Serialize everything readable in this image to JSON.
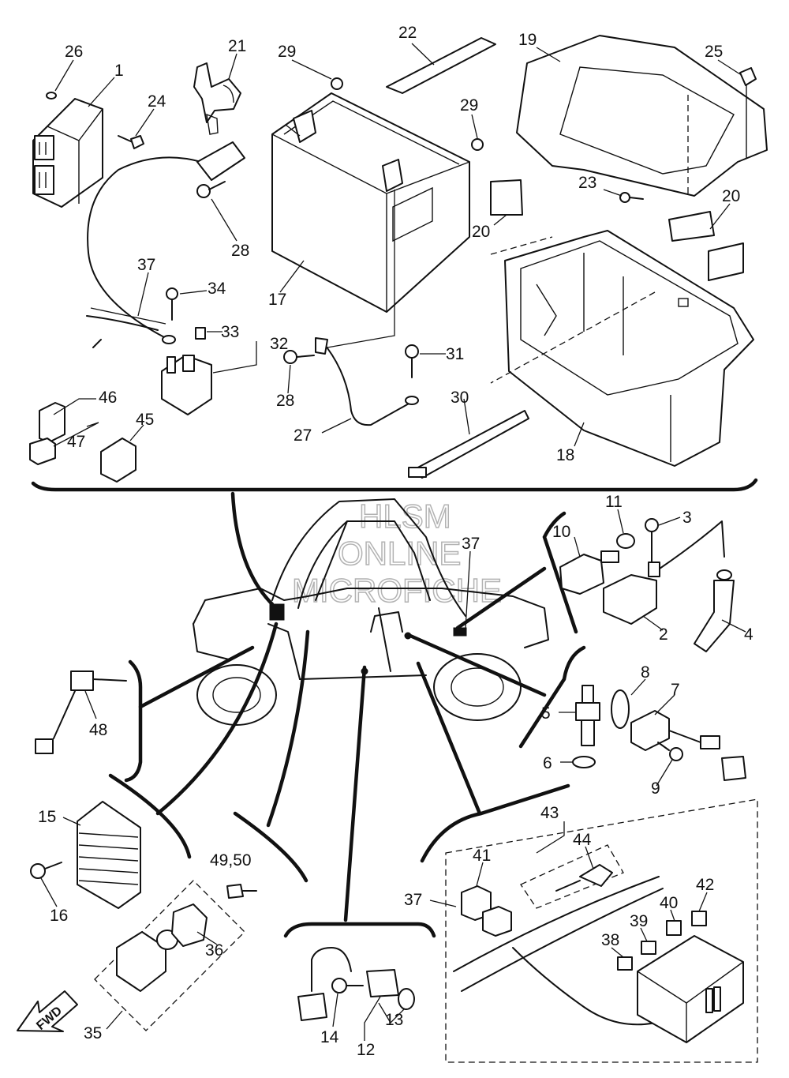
{
  "watermark": {
    "line1": "HLSM",
    "line2": "ONLINE",
    "line3": "MICROFICHE"
  },
  "direction_arrow": "FWD",
  "callouts": [
    {
      "id": "c26",
      "text": "26"
    },
    {
      "id": "c1",
      "text": "1"
    },
    {
      "id": "c24",
      "text": "24"
    },
    {
      "id": "c21",
      "text": "21"
    },
    {
      "id": "c29a",
      "text": "29"
    },
    {
      "id": "c22",
      "text": "22"
    },
    {
      "id": "c19",
      "text": "19"
    },
    {
      "id": "c25",
      "text": "25"
    },
    {
      "id": "c29b",
      "text": "29"
    },
    {
      "id": "c28a",
      "text": "28"
    },
    {
      "id": "c17",
      "text": "17"
    },
    {
      "id": "c20a",
      "text": "20"
    },
    {
      "id": "c23",
      "text": "23"
    },
    {
      "id": "c20b",
      "text": "20"
    },
    {
      "id": "c37a",
      "text": "37"
    },
    {
      "id": "c34",
      "text": "34"
    },
    {
      "id": "c33",
      "text": "33"
    },
    {
      "id": "c32",
      "text": "32"
    },
    {
      "id": "c31",
      "text": "31"
    },
    {
      "id": "c28b",
      "text": "28"
    },
    {
      "id": "c46",
      "text": "46"
    },
    {
      "id": "c47",
      "text": "47"
    },
    {
      "id": "c45",
      "text": "45"
    },
    {
      "id": "c30",
      "text": "30"
    },
    {
      "id": "c27",
      "text": "27"
    },
    {
      "id": "c18",
      "text": "18"
    },
    {
      "id": "c11",
      "text": "11"
    },
    {
      "id": "c3",
      "text": "3"
    },
    {
      "id": "c10",
      "text": "10"
    },
    {
      "id": "c37b",
      "text": "37"
    },
    {
      "id": "c2",
      "text": "2"
    },
    {
      "id": "c4",
      "text": "4"
    },
    {
      "id": "c8",
      "text": "8"
    },
    {
      "id": "c7",
      "text": "7"
    },
    {
      "id": "c5",
      "text": "5"
    },
    {
      "id": "c6",
      "text": "6"
    },
    {
      "id": "c9",
      "text": "9"
    },
    {
      "id": "c48",
      "text": "48"
    },
    {
      "id": "c15",
      "text": "15"
    },
    {
      "id": "c16",
      "text": "16"
    },
    {
      "id": "c4950",
      "text": "49,50"
    },
    {
      "id": "c36",
      "text": "36"
    },
    {
      "id": "c35",
      "text": "35"
    },
    {
      "id": "c43",
      "text": "43"
    },
    {
      "id": "c44",
      "text": "44"
    },
    {
      "id": "c41",
      "text": "41"
    },
    {
      "id": "c37c",
      "text": "37"
    },
    {
      "id": "c42",
      "text": "42"
    },
    {
      "id": "c40",
      "text": "40"
    },
    {
      "id": "c39",
      "text": "39"
    },
    {
      "id": "c38",
      "text": "38"
    },
    {
      "id": "c14",
      "text": "14"
    },
    {
      "id": "c13",
      "text": "13"
    },
    {
      "id": "c12",
      "text": "12"
    }
  ]
}
